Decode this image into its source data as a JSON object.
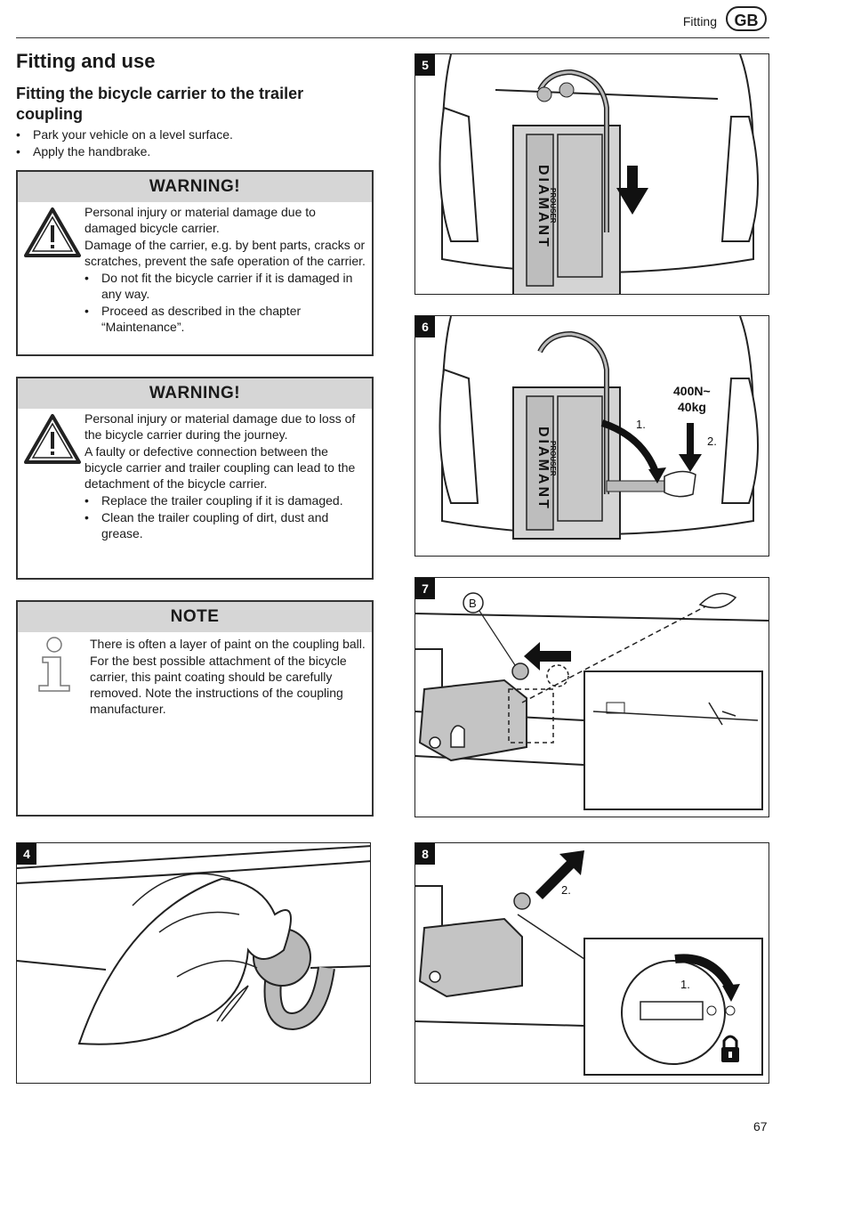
{
  "header": {
    "section": "Fitting",
    "lang_badge": "GB"
  },
  "title": "Fitting and use",
  "subtitle": "Fitting the bicycle carrier to the trailer coupling",
  "steps": [
    "Park your vehicle on a level surface.",
    "Apply the handbrake."
  ],
  "warning1": {
    "heading": "WARNING!",
    "lead": "Personal injury or material damage due to damaged bicycle carrier.",
    "body": "Damage of the carrier, e.g. by bent parts, cracks or scratches, prevent the safe operation of the carrier.",
    "bullets": [
      "Do not fit the bicycle carrier if it is damaged in any way.",
      "Proceed as described in the chapter “Maintenance”."
    ]
  },
  "warning2": {
    "heading": "WARNING!",
    "lead": "Personal injury or material damage due to loss of the bicycle carrier during the journey.",
    "body": "A faulty or defective connection between the bicycle carrier and trailer coupling can lead to the detachment of the bicycle carrier.",
    "bullets": [
      "Replace the trailer coupling if it is damaged.",
      "Clean the trailer coupling of dirt, dust and grease."
    ]
  },
  "note": {
    "heading": "NOTE",
    "lead": "There is often a layer of paint on the coupling ball.",
    "body": "For the best possible attachment of the bicycle carrier, this paint coating should be carefully removed. Note the instructions of the coupling manufacturer."
  },
  "figures": {
    "fig4": {
      "number": "4"
    },
    "fig5": {
      "number": "5",
      "brand": "DIAMANT",
      "model": "PROUSER"
    },
    "fig6": {
      "number": "6",
      "brand": "DIAMANT",
      "model": "PROUSER",
      "load_force": "400N~",
      "load_mass": "40kg",
      "step1": "1.",
      "step2": "2."
    },
    "fig7": {
      "number": "7",
      "callout": "B"
    },
    "fig8": {
      "number": "8",
      "step1": "1.",
      "step2": "2."
    }
  },
  "page_number": "67"
}
